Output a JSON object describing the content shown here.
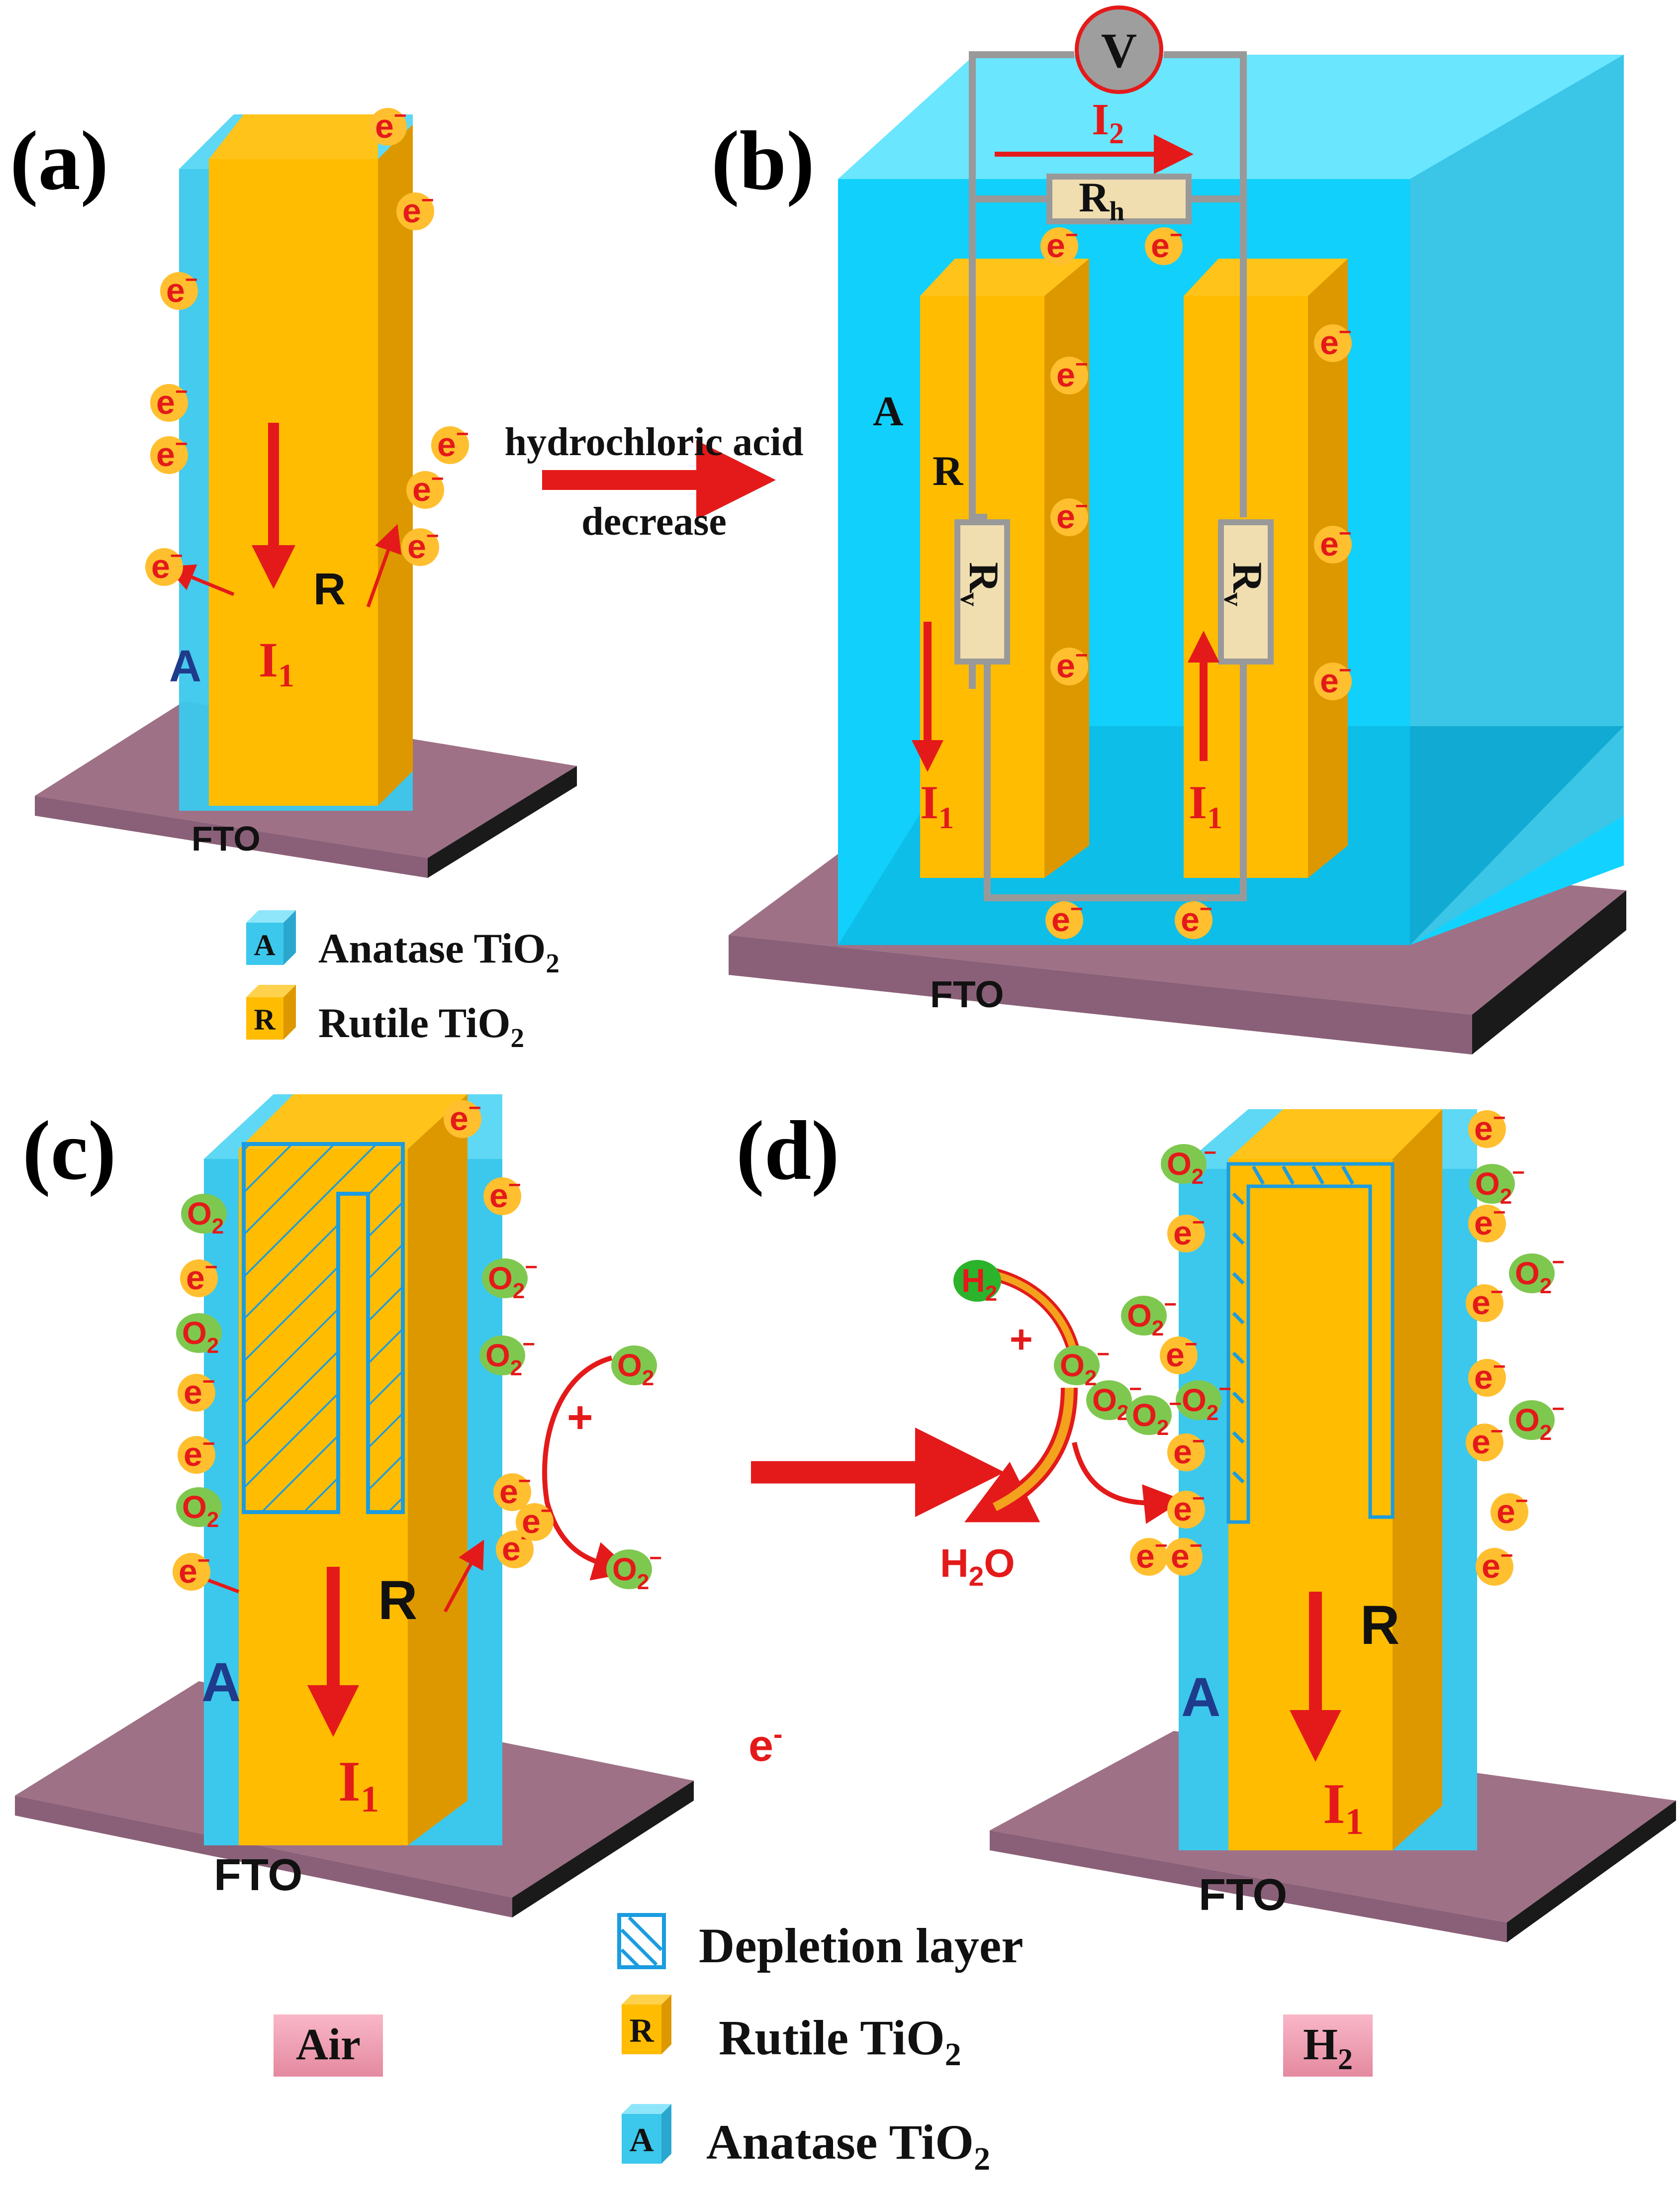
{
  "panels": {
    "a": {
      "label": "(a)",
      "anatase_letter": "A",
      "rutile_letter": "R",
      "current": "I",
      "current_sub": "1",
      "substrate": "FTO"
    },
    "b": {
      "label": "(b)",
      "anatase_letter": "A",
      "rutile_letter": "R",
      "voltmeter": "V",
      "current_top": "I",
      "current_top_sub": "2",
      "current": "I",
      "current_sub": "1",
      "resistor_h": "R",
      "resistor_h_sub": "h",
      "resistor_v": "R",
      "resistor_v_sub": "v",
      "substrate": "FTO"
    },
    "c": {
      "label": "(c)",
      "anatase_letter": "A",
      "rutile_letter": "R",
      "current": "I",
      "current_sub": "1",
      "substrate": "FTO",
      "stray_electron": "e",
      "stray_electron_sup": "-"
    },
    "d": {
      "label": "(d)",
      "anatase_letter": "A",
      "rutile_letter": "R",
      "current": "I",
      "current_sub": "1",
      "substrate": "FTO",
      "water": "H",
      "water_sub": "2",
      "water_tail": "O"
    }
  },
  "transition": {
    "line1": "hydrochloric acid",
    "line2": "decrease"
  },
  "legend_top": [
    {
      "swatch": "A",
      "text": "Anatase TiO",
      "sub": "2"
    },
    {
      "swatch": "R",
      "text": "Rutile TiO",
      "sub": "2"
    }
  ],
  "legend_bottom": [
    {
      "text": "Depletion layer",
      "sub": ""
    },
    {
      "swatch": "R",
      "text": "Rutile TiO",
      "sub": "2"
    },
    {
      "swatch": "A",
      "text": "Anatase TiO",
      "sub": "2"
    }
  ],
  "conditions": {
    "air": "Air",
    "h2": "H",
    "h2_sub": "2"
  },
  "species": {
    "electron": "e",
    "electron_sup": "−",
    "oxygen": "O",
    "oxygen_sub": "2",
    "oxygen_ion_sup": "−",
    "hydrogen": "H",
    "hydrogen_sub": "2",
    "plus": "+"
  },
  "colors": {
    "rutile": "#FFBC00",
    "rutile_side": "#DD9800",
    "anatase": "#00CFFF",
    "anatase_side": "#37B3D6",
    "electrolyte": "#18D6FF",
    "substrate": "#9E7186",
    "substrate_edge": "#8A6078",
    "current": "#E41A1A",
    "electron": "#FFBF2E",
    "oxygen": "#7FC84F",
    "hydrogen": "#2CB32C",
    "wire": "#999999",
    "depletion": "#1B9CE0",
    "label_bg": "#F0A6BC"
  }
}
